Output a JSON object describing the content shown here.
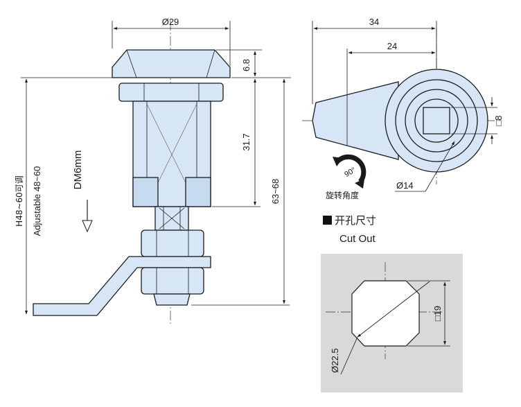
{
  "side_view": {
    "dim_head_diameter": "Ø29",
    "dim_head_height": "6.8",
    "dim_body_length": "31.7",
    "dim_total_height": "63~68",
    "thread_label": "DM6mm",
    "adjust_label_cn": "H48~60可调",
    "adjust_label_en": "Adjustable 48~60"
  },
  "top_view": {
    "dim_overall_width": "34",
    "dim_partial_width": "24",
    "dim_square": "□8",
    "dim_diameter": "Ø14",
    "rotation_angle": "90°",
    "rotation_label": "旋转角度"
  },
  "cutout": {
    "title_cn": "开孔尺寸",
    "title_en": "Cut Out",
    "bullet_color": "#111111",
    "panel_color": "#d9d9d9",
    "dim_square": "□19",
    "dim_diameter": "Ø22.5"
  },
  "colors": {
    "part_fill": "#d7e6f6",
    "line": "#1a1a1a"
  }
}
